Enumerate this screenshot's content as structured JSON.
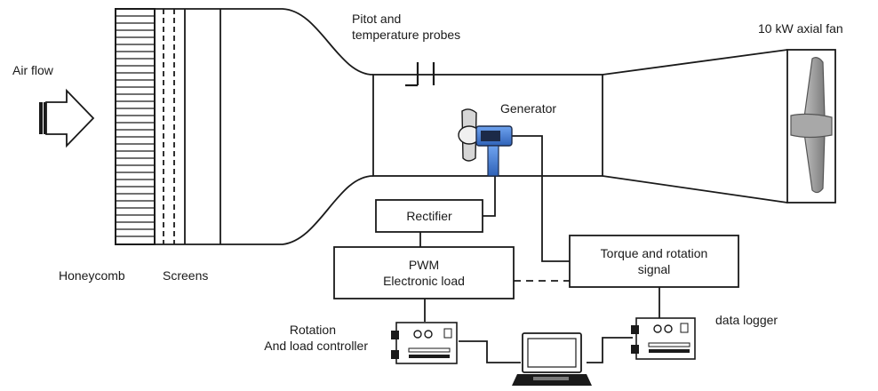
{
  "labels": {
    "air_flow": "Air flow",
    "pitot_line1": "Pitot and",
    "pitot_line2": "temperature probes",
    "fan": "10 kW axial fan",
    "generator": "Generator",
    "honeycomb": "Honeycomb",
    "screens": "Screens",
    "rotation_line1": "Rotation",
    "rotation_line2": "And load controller",
    "data_logger": "data logger"
  },
  "boxes": {
    "rectifier": "Rectifier",
    "pwm_line1": "PWM",
    "pwm_line2": "Electronic load",
    "torque_line1": "Torque and rotation",
    "torque_line2": "signal"
  },
  "colors": {
    "stroke": "#1a1a1a",
    "generator_body": "#4a7fd4",
    "generator_dark": "#1c2a48",
    "fan_grey": "#9a9a9a",
    "nose_grey": "#e0e0e0"
  },
  "icons": {
    "air_flow_arrow": "arrow-right-icon",
    "controller_board": "circuit-board-icon",
    "logger_board": "circuit-board-icon",
    "computer": "laptop-icon",
    "fan": "fan-blade-icon",
    "turbine": "wind-turbine-icon"
  }
}
